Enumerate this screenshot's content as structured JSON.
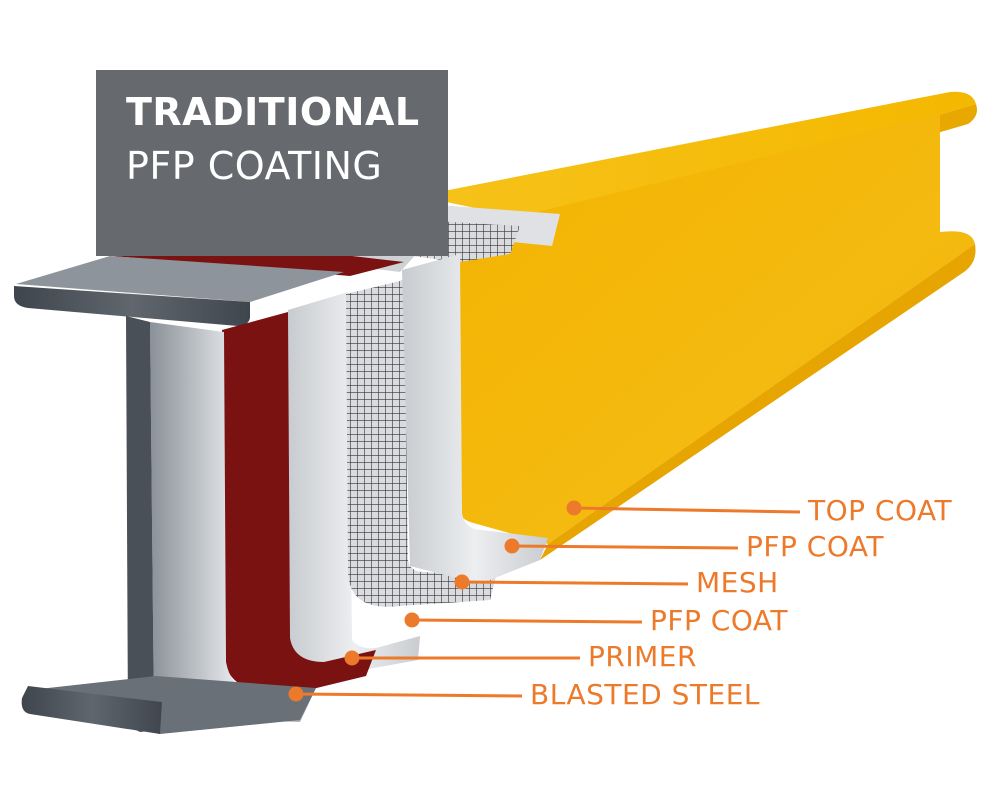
{
  "title": {
    "line1": "TRADITIONAL",
    "line2": "PFP COATING"
  },
  "colors": {
    "title_box": "#666a6f",
    "title_text": "#ffffff",
    "label": "#ec7a2a",
    "steel": "#5c636b",
    "primer": "#7a1212",
    "pfp": "#d5d7da",
    "mesh": "#3a3a3a",
    "top_coat": "#f2b705"
  },
  "layers": [
    {
      "key": "top-coat",
      "label": "TOP COAT"
    },
    {
      "key": "pfp-coat-outer",
      "label": "PFP COAT"
    },
    {
      "key": "mesh",
      "label": "MESH"
    },
    {
      "key": "pfp-coat-inner",
      "label": "PFP COAT"
    },
    {
      "key": "primer",
      "label": "PRIMER"
    },
    {
      "key": "blasted-steel",
      "label": "BLASTED STEEL"
    }
  ]
}
